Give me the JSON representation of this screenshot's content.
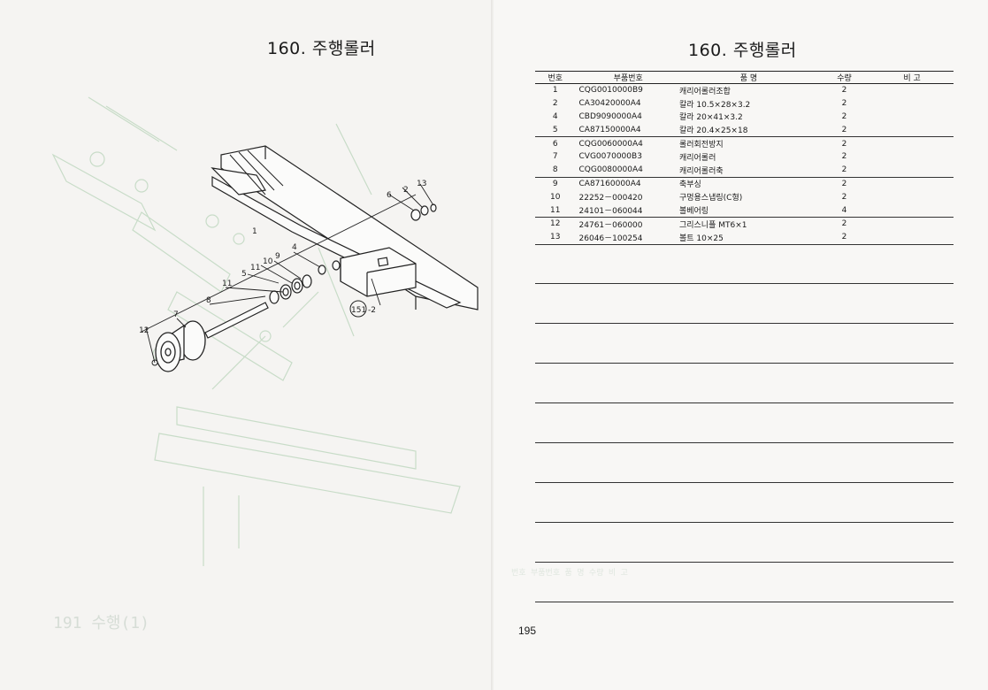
{
  "left_page": {
    "title": "160. 주행롤러",
    "callouts": [
      "1",
      "2",
      "4",
      "5",
      "6",
      "7",
      "8",
      "9",
      "10",
      "11",
      "11",
      "12",
      "13"
    ],
    "ref_label": "151",
    "ref_suffix": "-2"
  },
  "right_page": {
    "title": "160. 주행롤러",
    "table": {
      "headers": [
        "번호",
        "부품번호",
        "품        명",
        "수량",
        "비  고"
      ],
      "rows": [
        {
          "no": "1",
          "part": "CQG0010000B9",
          "name": "캐리어롤러조합",
          "qty": "2",
          "note": ""
        },
        {
          "no": "2",
          "part": "CA30420000A4",
          "name": "칼라 10.5×28×3.2",
          "qty": "2",
          "note": ""
        },
        {
          "no": "4",
          "part": "CBD9090000A4",
          "name": "칼라 20×41×3.2",
          "qty": "2",
          "note": ""
        },
        {
          "no": "5",
          "part": "CA87150000A4",
          "name": "칼라 20.4×25×18",
          "qty": "2",
          "note": ""
        },
        {
          "no": "6",
          "part": "CQG0060000A4",
          "name": "롤러회전방지",
          "qty": "2",
          "note": ""
        },
        {
          "no": "7",
          "part": "CVG0070000B3",
          "name": "캐리어롤러",
          "qty": "2",
          "note": ""
        },
        {
          "no": "8",
          "part": "CQG0080000A4",
          "name": "캐리어롤러축",
          "qty": "2",
          "note": ""
        },
        {
          "no": "9",
          "part": "CA87160000A4",
          "name": "축부싱",
          "qty": "2",
          "note": ""
        },
        {
          "no": "10",
          "part": "22252－000420",
          "name": "구멍용스냅링(C형)",
          "qty": "2",
          "note": ""
        },
        {
          "no": "11",
          "part": "24101－060044",
          "name": "볼베어링",
          "qty": "4",
          "note": ""
        },
        {
          "no": "12",
          "part": "24761－060000",
          "name": "그리스니플 MT6×1",
          "qty": "2",
          "note": ""
        },
        {
          "no": "13",
          "part": "26046－100254",
          "name": "볼트 10×25",
          "qty": "2",
          "note": ""
        }
      ]
    },
    "page_number": "195"
  }
}
